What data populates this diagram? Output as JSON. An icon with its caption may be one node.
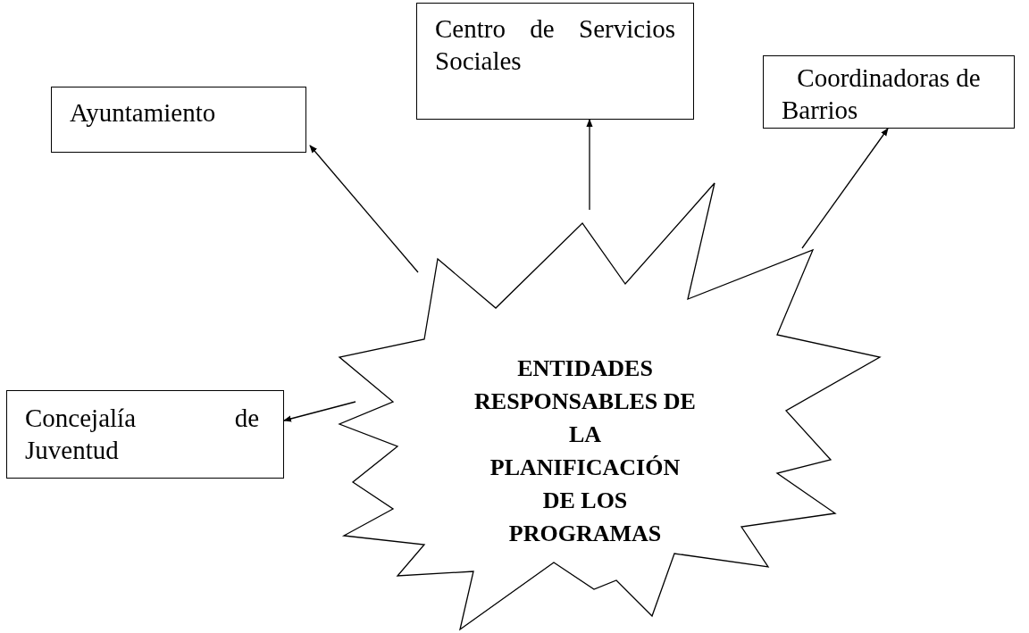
{
  "diagram": {
    "nodes": [
      {
        "text": [
          "Ayuntamiento"
        ]
      },
      {
        "text": [
          "Centro de Servicios Sociales"
        ]
      },
      {
        "text": [
          "Coordinadoras de Barrios"
        ]
      },
      {
        "text": [
          "Concejalía de Juventud"
        ]
      },
      {
        "text": [
          "ENTIDADES RESPONSABLES DE LA PLANIFICACIÓN DE LOS PROGRAMAS"
        ]
      }
    ],
    "edges": [
      {
        "from": 4,
        "to": 0,
        "arrow": "to"
      },
      {
        "from": 4,
        "to": 1,
        "arrow": "to"
      },
      {
        "from": 4,
        "to": 2,
        "arrow": "to"
      },
      {
        "from": 4,
        "to": 3,
        "arrow": "to"
      }
    ]
  }
}
